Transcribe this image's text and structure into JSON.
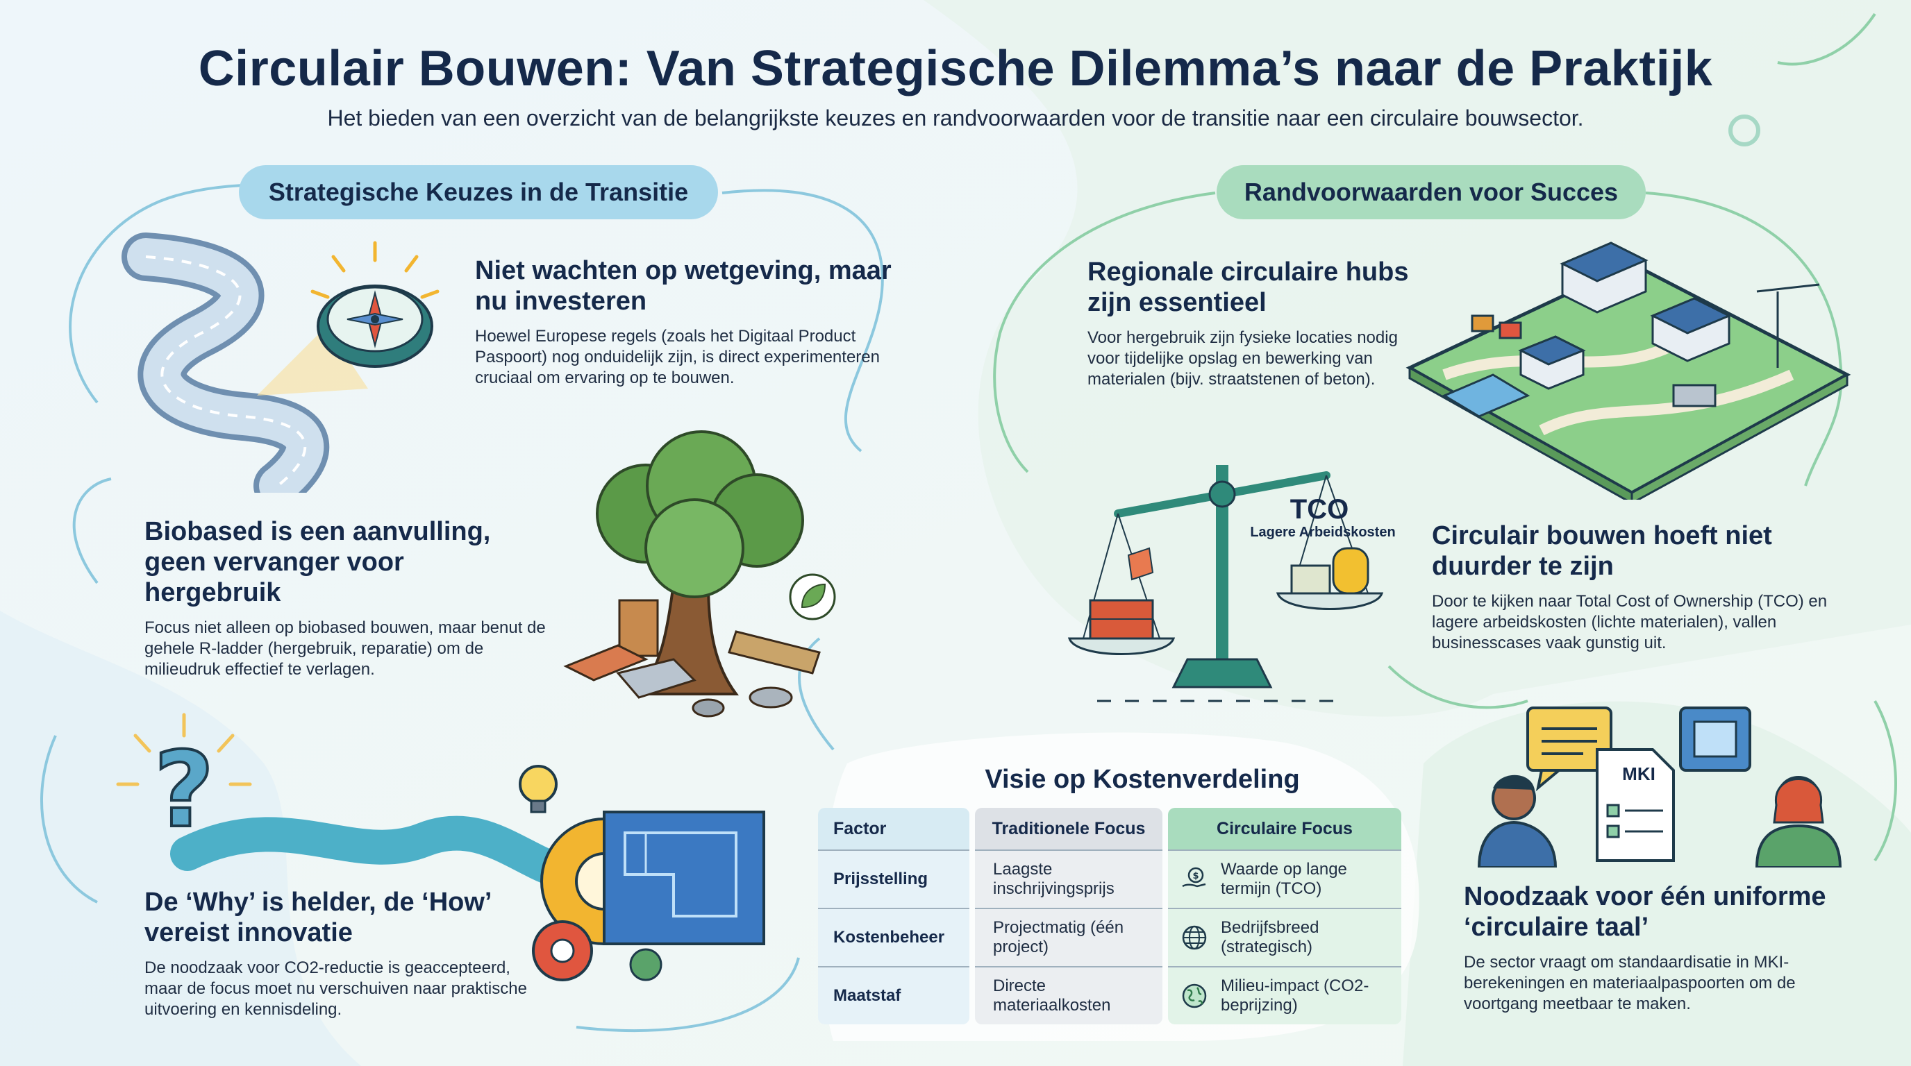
{
  "header": {
    "title": "Circulair Bouwen: Van Strategische Dilemma’s naar de Praktijk",
    "subtitle": "Het bieden van een overzicht van de belangrijkste keuzes en randvoorwaarden voor de transitie naar een circulaire bouwsector."
  },
  "left_section": {
    "heading": "Strategische Keuzes in de Transitie",
    "items": [
      {
        "title": "Niet wachten op wetgeving, maar nu investeren",
        "text": "Hoewel Europese regels (zoals het Digitaal Product Paspoort) nog onduidelijk zijn, is direct experimenteren cruciaal om ervaring op te bouwen."
      },
      {
        "title": "Biobased is een aanvulling, geen vervanger voor hergebruik",
        "text": "Focus niet alleen op biobased bouwen, maar benut de gehele R-ladder (hergebruik, reparatie) om de milieudruk effectief te verlagen."
      },
      {
        "title": "De ‘Why’ is helder, de ‘How’ vereist innovatie",
        "text": "De noodzaak voor CO2-reductie is geaccepteerd, maar de focus moet nu verschuiven naar praktische uitvoering en kennisdeling."
      }
    ]
  },
  "right_section": {
    "heading": "Randvoorwaarden voor Succes",
    "items": [
      {
        "title": "Regionale circulaire hubs zijn essentieel",
        "text": "Voor hergebruik zijn fysieke locaties nodig voor tijdelijke opslag en bewerking van materialen (bijv. straatstenen of beton)."
      },
      {
        "title": "Circulair bouwen hoeft niet duurder te zijn",
        "text": "Door te kijken naar Total Cost of Ownership (TCO) en lagere arbeidskosten (lichte materialen), vallen businesscases vaak gunstig uit."
      },
      {
        "title": "Noodzaak voor één uniforme ‘circulaire taal’",
        "text": "De sector vraagt om standaardisatie in MKI-berekeningen en materiaalpaspoorten om de voortgang meetbaar te maken."
      }
    ],
    "scale_label": "TCO",
    "scale_sublabel": "Lagere Arbeidskosten",
    "document_label": "MKI"
  },
  "cost_table": {
    "title": "Visie op Kostenverdeling",
    "headers": [
      "Factor",
      "Traditionele Focus",
      "Circulaire Focus"
    ],
    "rows": [
      {
        "factor": "Prijsstelling",
        "traditional": "Laagste inschrijvingsprijs",
        "circular": "Waarde op lange termijn (TCO)",
        "icon": "money-hand-icon"
      },
      {
        "factor": "Kostenbeheer",
        "traditional": "Projectmatig (één project)",
        "circular": "Bedrijfsbreed (strategisch)",
        "icon": "globe-icon"
      },
      {
        "factor": "Maatstaf",
        "traditional": "Directe materiaalkosten",
        "circular": "Milieu-impact (CO2-beprijzing)",
        "icon": "earth-icon"
      }
    ]
  },
  "colors": {
    "title": "#15294a",
    "pill_blue": "#a8d8ec",
    "pill_green": "#a9dcbe",
    "circular_column": "#e2f3e8",
    "traditional_column": "#ebeef1",
    "factor_column": "#e6f2f8"
  }
}
